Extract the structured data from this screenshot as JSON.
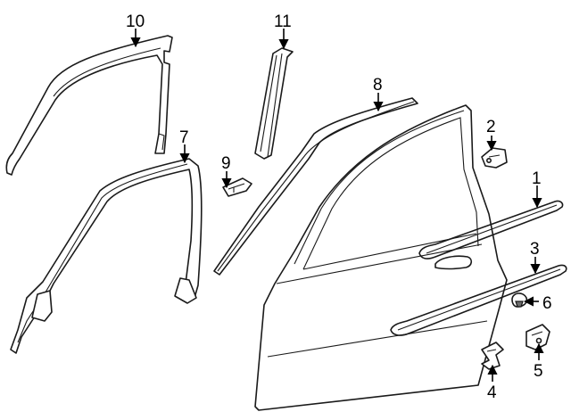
{
  "diagram": {
    "callouts": [
      {
        "number": "1"
      },
      {
        "number": "2"
      },
      {
        "number": "3"
      },
      {
        "number": "4"
      },
      {
        "number": "5"
      },
      {
        "number": "6"
      },
      {
        "number": "7"
      },
      {
        "number": "8"
      },
      {
        "number": "9"
      },
      {
        "number": "10"
      },
      {
        "number": "11"
      }
    ]
  }
}
